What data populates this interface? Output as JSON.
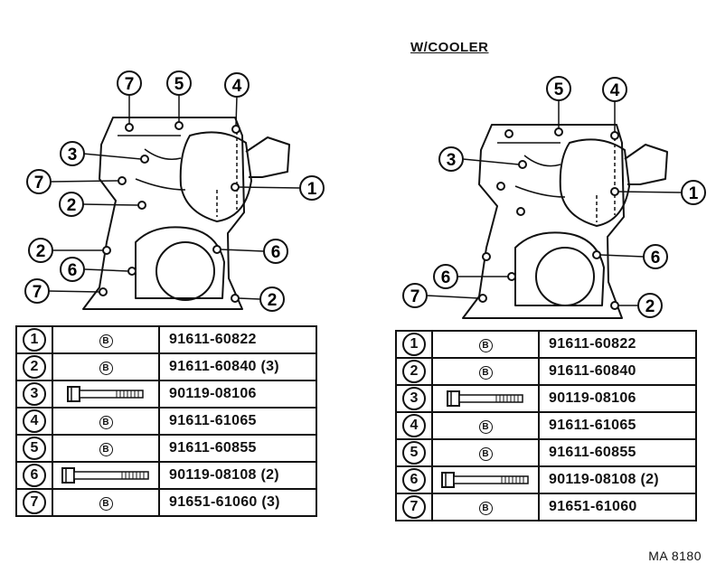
{
  "left": {
    "callouts": [
      "7",
      "5",
      "4",
      "3",
      "7",
      "1",
      "2",
      "2",
      "6",
      "6",
      "7",
      "2"
    ],
    "rows": [
      {
        "num": "1",
        "kind": "B",
        "part": "91611-60822"
      },
      {
        "num": "2",
        "kind": "B",
        "part": "91611-60840 (3)"
      },
      {
        "num": "3",
        "kind": "bolt-short",
        "part": "90119-08106"
      },
      {
        "num": "4",
        "kind": "B",
        "part": "91611-61065"
      },
      {
        "num": "5",
        "kind": "B",
        "part": "91611-60855"
      },
      {
        "num": "6",
        "kind": "bolt-long",
        "part": "90119-08108 (2)"
      },
      {
        "num": "7",
        "kind": "B",
        "part": "91651-61060 (3)"
      }
    ]
  },
  "right": {
    "title": "W/COOLER",
    "callouts": [
      "5",
      "4",
      "3",
      "1",
      "6",
      "6",
      "7",
      "2"
    ],
    "rows": [
      {
        "num": "1",
        "kind": "B",
        "part": "91611-60822"
      },
      {
        "num": "2",
        "kind": "B",
        "part": "91611-60840"
      },
      {
        "num": "3",
        "kind": "bolt-short",
        "part": "90119-08106"
      },
      {
        "num": "4",
        "kind": "B",
        "part": "91611-61065"
      },
      {
        "num": "5",
        "kind": "B",
        "part": "91611-60855"
      },
      {
        "num": "6",
        "kind": "bolt-long",
        "part": "90119-08108 (2)"
      },
      {
        "num": "7",
        "kind": "B",
        "part": "91651-61060"
      }
    ]
  },
  "code": "MA 8180"
}
